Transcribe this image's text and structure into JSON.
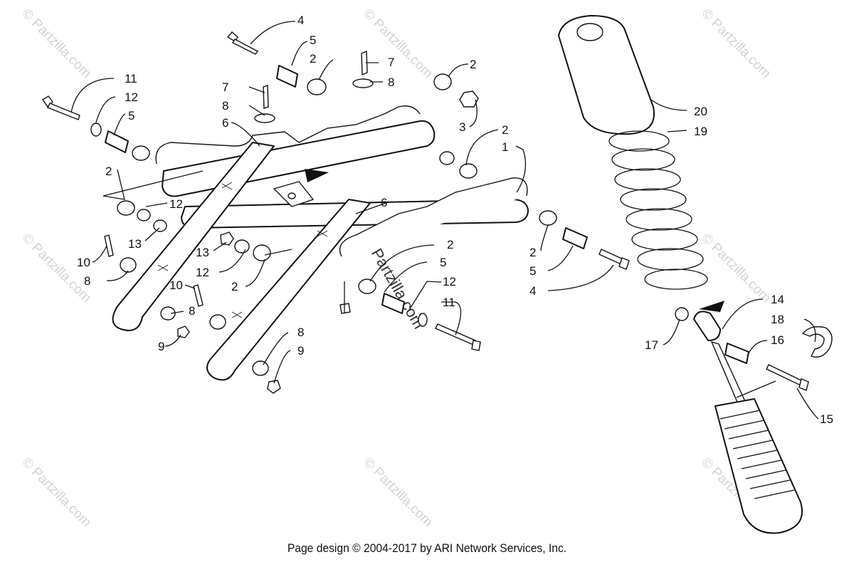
{
  "diagram": {
    "callouts": {
      "c4a": "4",
      "c5a": "5",
      "c2a": "2",
      "c7a": "7",
      "c8a": "8",
      "c2b": "2",
      "c11a": "11",
      "c12a": "12",
      "c5b": "5",
      "c7b": "7",
      "c8b": "8",
      "c6a": "6",
      "c3": "3",
      "c2c": "2",
      "c1": "1",
      "c2d": "2",
      "c12b": "12",
      "c13a": "13",
      "c6b": "6",
      "c13b": "13",
      "c12c": "12",
      "c2e": "2",
      "c10a": "10",
      "c8c": "8",
      "c10b": "10",
      "c8d": "8",
      "c9a": "9",
      "c2f": "2",
      "c5c": "5",
      "c12d": "12",
      "c11b": "11",
      "c2g": "2",
      "c5d": "5",
      "c4b": "4",
      "c8e": "8",
      "c9b": "9",
      "c20": "20",
      "c19": "19",
      "c14": "14",
      "c18": "18",
      "c16": "16",
      "c17": "17",
      "c15": "15"
    },
    "watermark": "© Partzilla.com"
  },
  "footer": {
    "text": "Page design © 2004-2017 by ARI Network Services, Inc."
  }
}
